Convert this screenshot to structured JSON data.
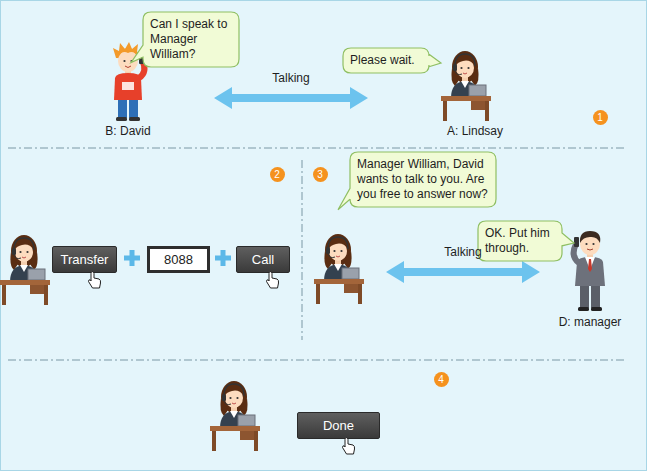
{
  "diagram": {
    "nodes": [
      {
        "text": [
          "Can I speak to Manager William?"
        ]
      },
      {
        "text": [
          "Please wait."
        ]
      },
      {
        "text": [
          "Transfer"
        ]
      },
      {
        "text": [
          "8088"
        ]
      },
      {
        "text": [
          "Call"
        ]
      },
      {
        "text": [
          "Manager William, David wants to talk to you. Are you free to answer now?"
        ]
      },
      {
        "text": [
          "OK. Put him through."
        ]
      },
      {
        "text": [
          "Done"
        ]
      }
    ],
    "labels": [
      "B: David",
      "Talking",
      "A: Lindsay",
      "1",
      "2",
      "3",
      "Talking",
      "D: manager",
      "4"
    ]
  }
}
